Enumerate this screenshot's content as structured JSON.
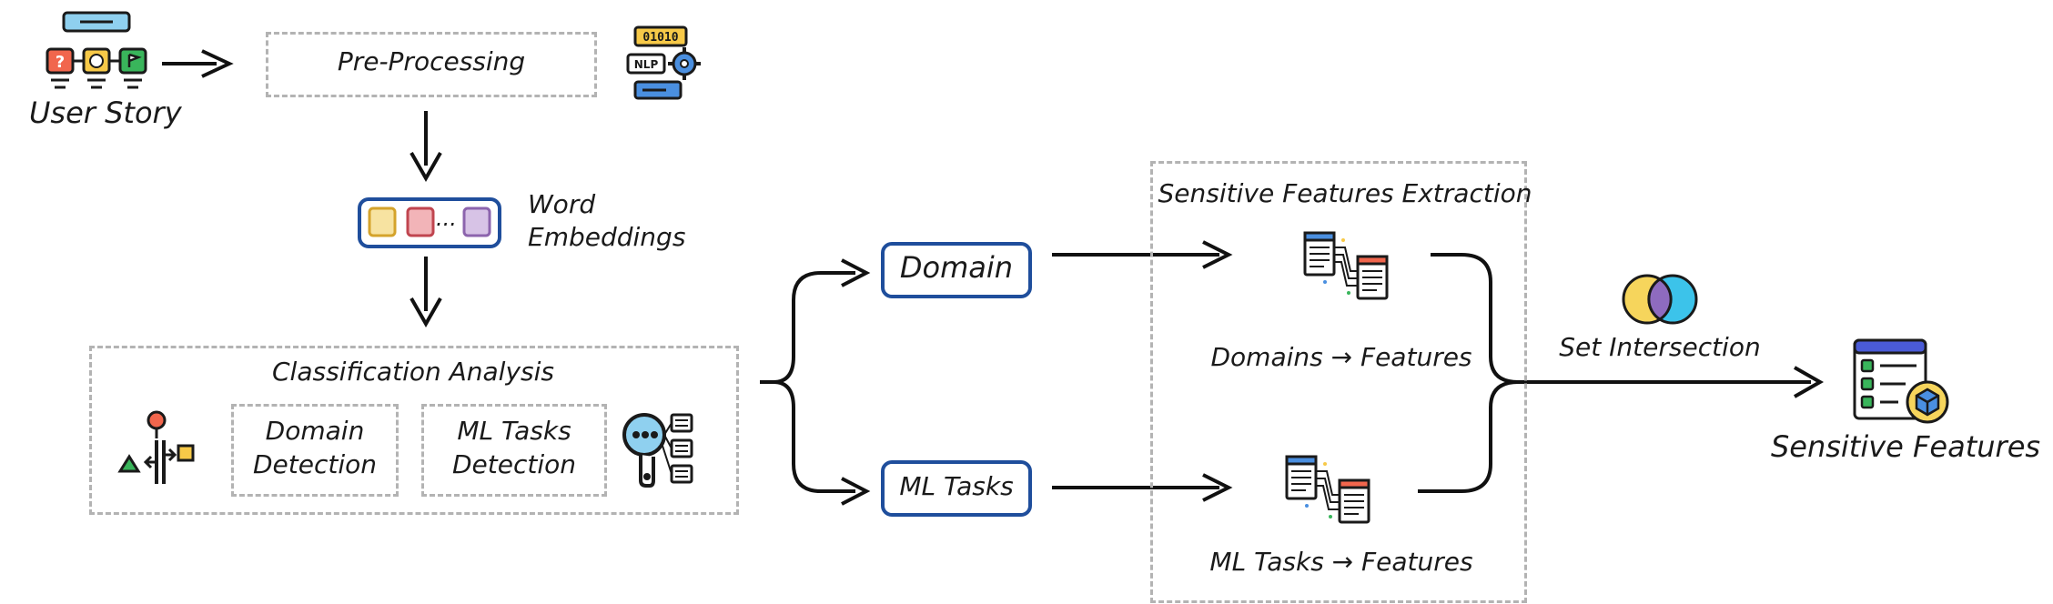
{
  "nodes": {
    "user_story": "User Story",
    "pre_processing": "Pre-Processing",
    "word_embeddings_line1": "Word",
    "word_embeddings_line2": "Embeddings",
    "embedding_ellipsis": "...",
    "classification_analysis": "Classification Analysis",
    "domain_detection_line1": "Domain",
    "domain_detection_line2": "Detection",
    "ml_tasks_detection_line1": "ML Tasks",
    "ml_tasks_detection_line2": "Detection",
    "domain": "Domain",
    "ml_tasks": "ML Tasks",
    "sensitive_features_extraction": "Sensitive Features Extraction",
    "domains_to_features": "Domains → Features",
    "ml_tasks_to_features": "ML Tasks → Features",
    "set_intersection": "Set Intersection",
    "sensitive_features": "Sensitive Features",
    "nlp_badge": "NLP",
    "binary_badge": "01010"
  },
  "colors": {
    "box_border_blue": "#1f4e9c",
    "dashed_border": "#b3b3b3",
    "arrow": "#111111",
    "embedding_yellow": "#f7e3a1",
    "embedding_red": "#f2b4b8",
    "embedding_purple": "#d7c3e6",
    "venn_yellow": "#f6d55c",
    "venn_blue": "#3cc3ea",
    "venn_overlap": "#8e6bbf"
  },
  "icons": {
    "user_story": "user-story-icon",
    "nlp": "nlp-gear-icon",
    "classification": "classification-shapes-icon",
    "search_list": "magnifier-list-icon",
    "domain_features_docs": "documents-mapping-icon",
    "ml_features_docs": "documents-mapping-icon",
    "venn": "venn-diagram-icon",
    "checklist": "checklist-features-icon"
  }
}
